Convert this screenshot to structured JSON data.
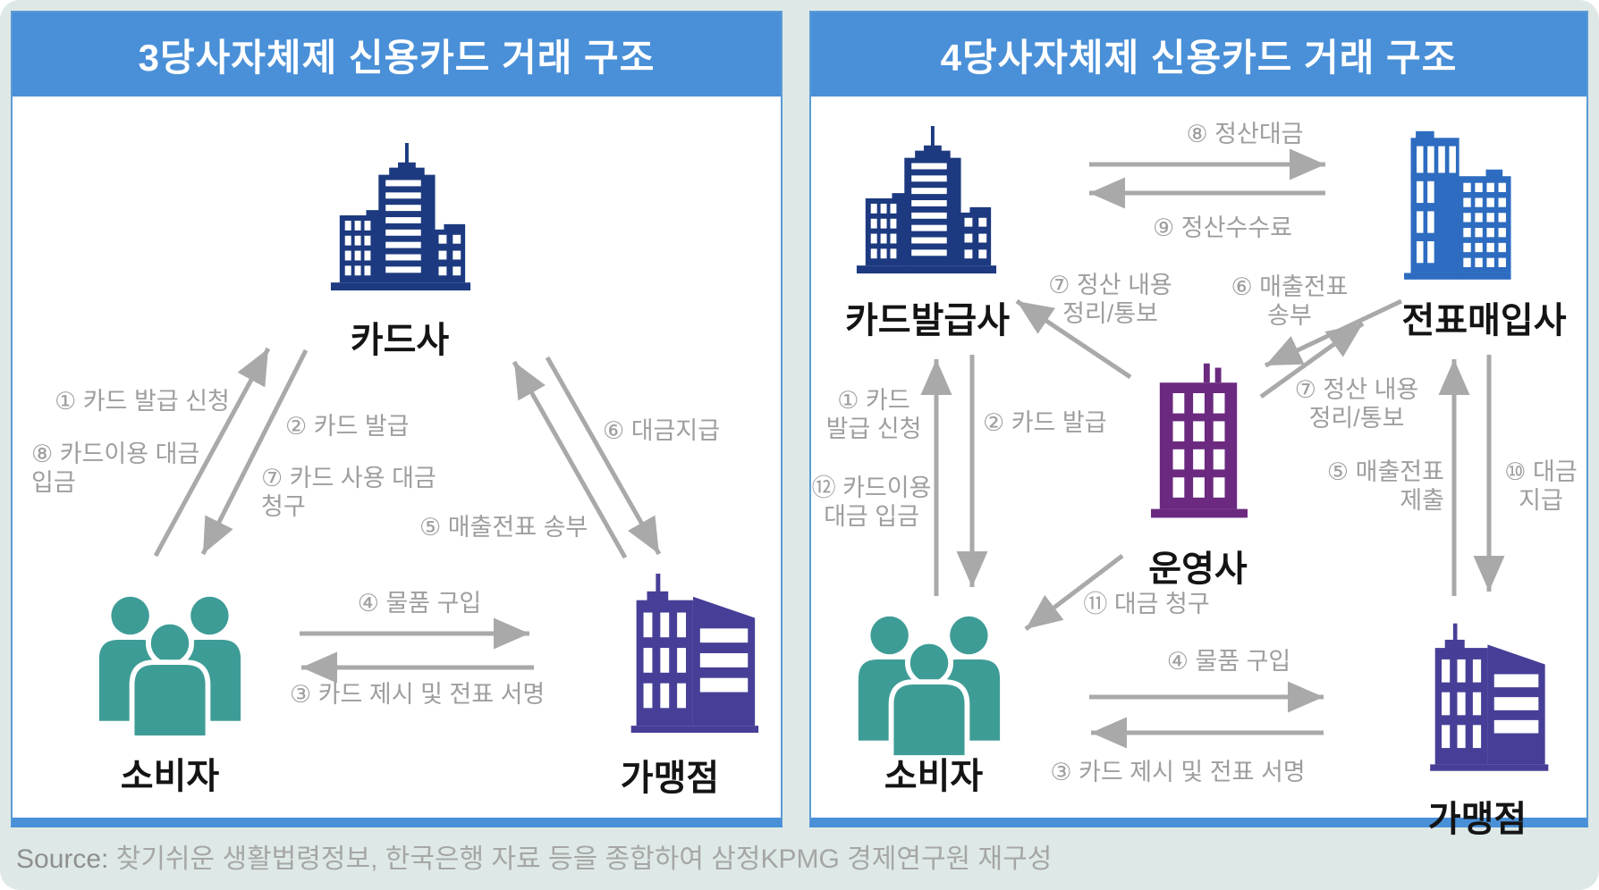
{
  "colors": {
    "page_background": "#dee9e7",
    "title_bar_blue": "#4a90d8",
    "panel_border_blue": "#5b9bd5",
    "navy_building": "#1d3a80",
    "blue_building": "#2d6cc0",
    "purple_building": "#6b2a80",
    "indigo_building": "#473f97",
    "teal_people": "#3e9c96",
    "arrow_gray": "#a9a9a9",
    "label_gray": "#9e9e9e"
  },
  "source": {
    "prefix": "Source:",
    "text": "찾기쉬운 생활법령정보, 한국은행 자료 등을 종합하여 삼정KPMG 경제연구원 재구성"
  },
  "left_panel": {
    "title": "3당사자체제 신용카드 거래 구조",
    "entities": {
      "card_company": "카드사",
      "consumer": "소비자",
      "merchant": "가맹점"
    },
    "flows": {
      "apply": "① 카드 발급 신청",
      "deposit_l1": "⑧ 카드이용 대금",
      "deposit_l2": "입금",
      "issue": "② 카드 발급",
      "bill_l1": "⑦ 카드 사용 대금",
      "bill_l2": "청구",
      "payment": "⑥ 대금지급",
      "slip_send": "⑤ 매출전표 송부",
      "purchase": "④ 물품 구입",
      "present_card": "③ 카드 제시 및 전표 서명"
    }
  },
  "right_panel": {
    "title": "4당사자체제 신용카드 거래 구조",
    "entities": {
      "card_issuer": "카드발급사",
      "slip_acquirer": "전표매입사",
      "operator": "운영사",
      "consumer": "소비자",
      "merchant": "가맹점"
    },
    "flows": {
      "settlement_payment": "⑧ 정산대금",
      "settlement_fee": "⑨ 정산수수료",
      "settle_notify_issuer_l1": "⑦ 정산 내용",
      "settle_notify_issuer_l2": "정리/통보",
      "slip_send_l1": "⑥ 매출전표",
      "slip_send_l2": "송부",
      "apply_l1": "① 카드",
      "apply_l2": "발급 신청",
      "deposit_l1": "⑫ 카드이용",
      "deposit_l2": "대금 입금",
      "issue": "② 카드 발급",
      "settle_notify_acquirer_l1": "⑦ 정산 내용",
      "settle_notify_acquirer_l2": "정리/통보",
      "slip_submit_l1": "⑤ 매출전표",
      "slip_submit_l2": "제출",
      "pay_merchant_l1": "⑩ 대금",
      "pay_merchant_l2": "지급",
      "bill": "⑪ 대금 청구",
      "purchase": "④ 물품 구입",
      "present_card": "③ 카드 제시 및 전표 서명"
    }
  }
}
